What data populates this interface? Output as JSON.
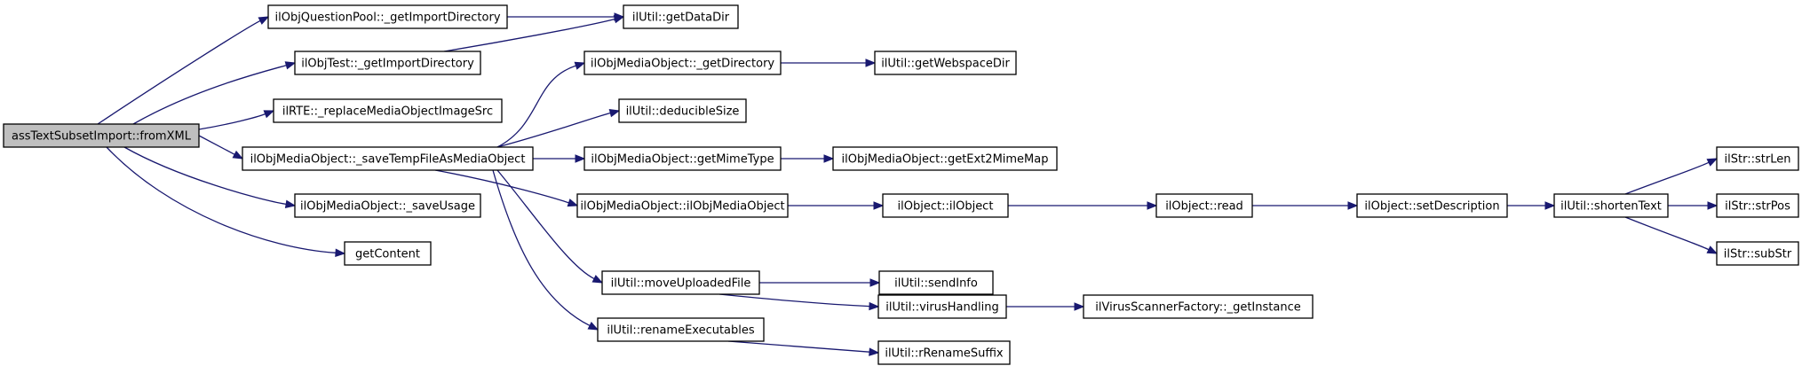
{
  "colors": {
    "edge": "#191970",
    "root_fill": "#bfbfbf",
    "node_fill": "#ffffff",
    "border": "#000000"
  },
  "nodes": {
    "root": "assTextSubsetImport::fromXML",
    "qpool_import": "ilObjQuestionPool::_getImportDirectory",
    "getdatadir": "ilUtil::getDataDir",
    "test_import": "ilObjTest::_getImportDirectory",
    "rte_replace": "ilRTE::_replaceMediaObjectImageSrc",
    "save_temp": "ilObjMediaObject::_saveTempFileAsMediaObject",
    "save_usage": "ilObjMediaObject::_saveUsage",
    "getcontent": "getContent",
    "mob_getdir": "ilObjMediaObject::_getDirectory",
    "webspacedir": "ilUtil::getWebspaceDir",
    "deducible": "ilUtil::deducibleSize",
    "getmimetype": "ilObjMediaObject::getMimeType",
    "ext2mime": "ilObjMediaObject::getExt2MimeMap",
    "mob_ctor": "ilObjMediaObject::ilObjMediaObject",
    "ilobject_ctor": "ilObject::ilObject",
    "read": "ilObject::read",
    "setdesc": "ilObject::setDescription",
    "shorten": "ilUtil::shortenText",
    "strlen": "ilStr::strLen",
    "strpos": "ilStr::strPos",
    "substr": "ilStr::subStr",
    "moveupl": "ilUtil::moveUploadedFile",
    "sendinfo": "ilUtil::sendInfo",
    "virus": "ilUtil::virusHandling",
    "virusfactory": "ilVirusScannerFactory::_getInstance",
    "renameexec": "ilUtil::renameExecutables",
    "rrename": "ilUtil::rRenameSuffix"
  }
}
